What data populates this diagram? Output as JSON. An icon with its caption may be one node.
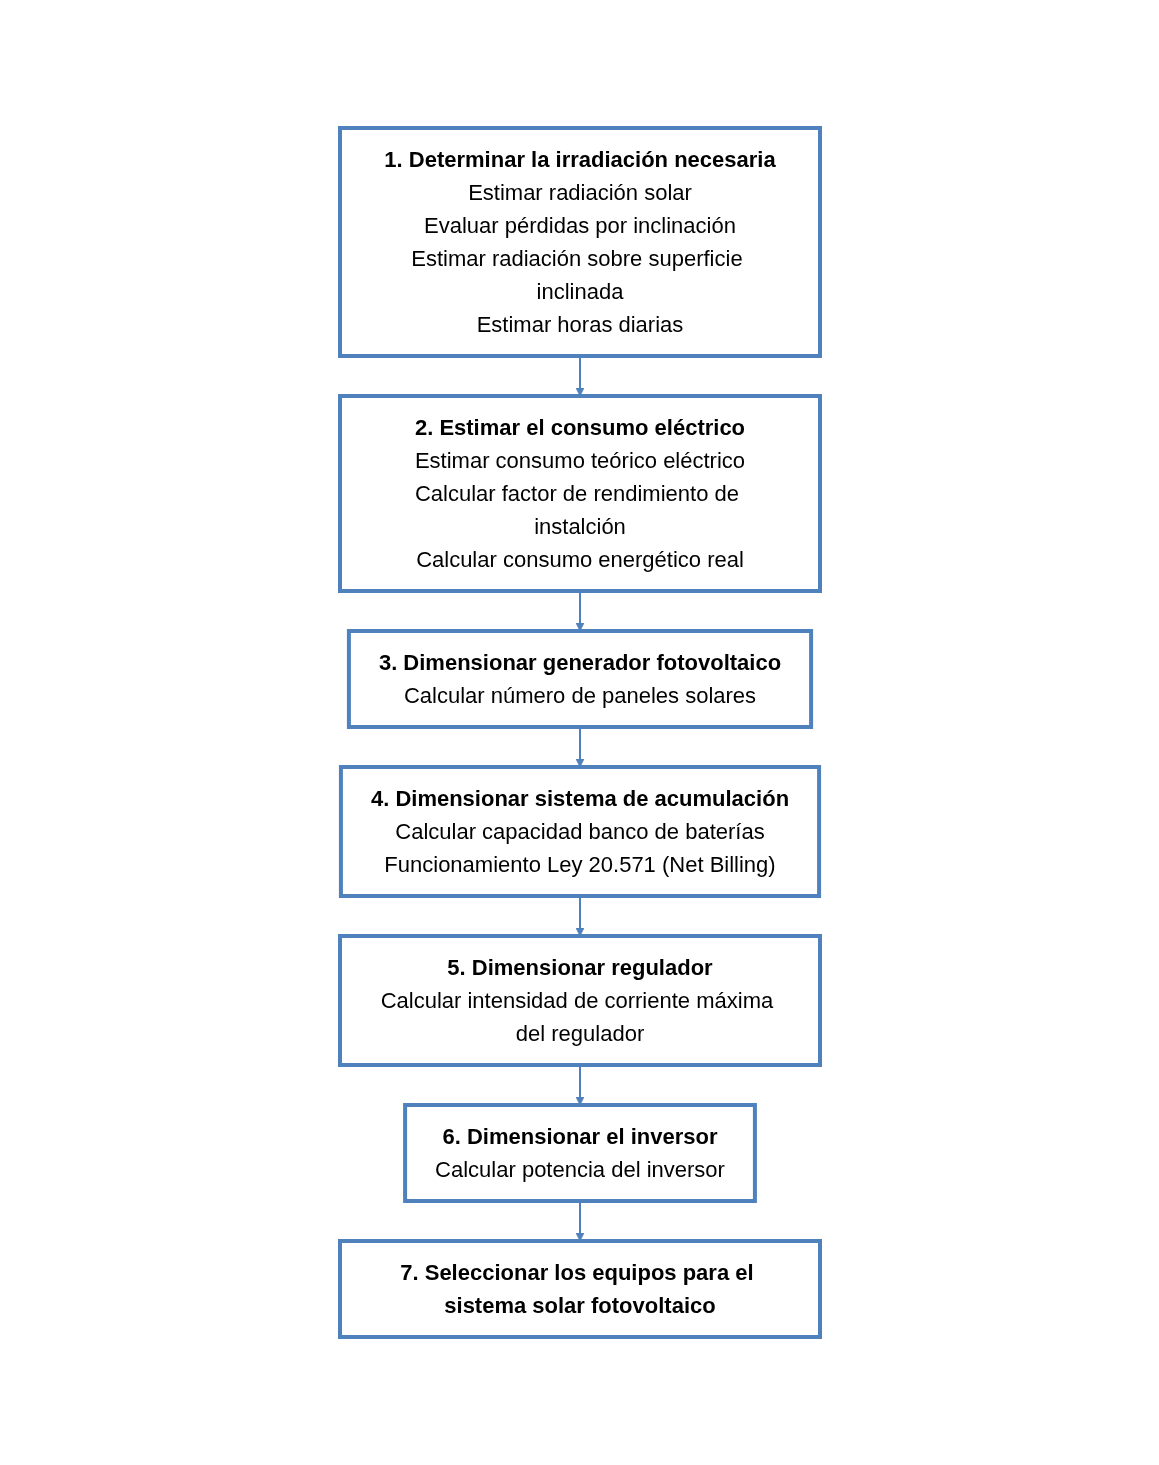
{
  "diagram": {
    "nodes": [
      {
        "text": [
          "1. Determinar la irradiación necesaria",
          "Estimar radiación solar",
          "Evaluar pérdidas por inclinación",
          "Estimar radiación sobre superficie inclinada",
          "Estimar horas diarias"
        ]
      },
      {
        "text": [
          "2. Estimar el consumo eléctrico",
          "Estimar consumo teórico eléctrico",
          "Calcular factor de rendimiento de instalción",
          "Calcular consumo energético real"
        ]
      },
      {
        "text": [
          "3. Dimensionar generador fotovoltaico",
          "Calcular número de paneles solares"
        ]
      },
      {
        "text": [
          "4. Dimensionar sistema de acumulación",
          "Calcular capacidad banco de baterías",
          "Funcionamiento Ley 20.571 (Net Billing)"
        ]
      },
      {
        "text": [
          "5. Dimensionar regulador",
          "Calcular intensidad de corriente máxima del regulador"
        ]
      },
      {
        "text": [
          "6. Dimensionar el inversor",
          "Calcular potencia del inversor"
        ]
      },
      {
        "text": [
          "7. Seleccionar los equipos para el sistema solar fotovoltaico"
        ]
      }
    ],
    "edges": [
      {
        "from": 0,
        "to": 1,
        "arrow": "to"
      },
      {
        "from": 1,
        "to": 2,
        "arrow": "to"
      },
      {
        "from": 2,
        "to": 3,
        "arrow": "to"
      },
      {
        "from": 3,
        "to": 4,
        "arrow": "to"
      },
      {
        "from": 4,
        "to": 5,
        "arrow": "to"
      },
      {
        "from": 5,
        "to": 6,
        "arrow": "to"
      }
    ]
  }
}
